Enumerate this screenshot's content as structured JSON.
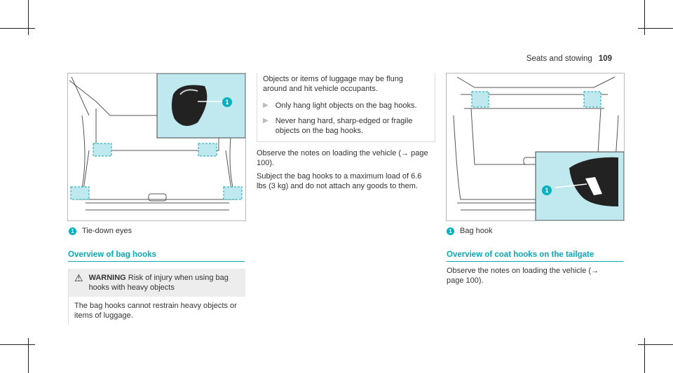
{
  "header": {
    "section": "Seats and stowing",
    "page": "109"
  },
  "figure1": {
    "callout": "1",
    "caption_label": "Tie-down eyes"
  },
  "section1": {
    "heading": "Overview of bag hooks",
    "warning_title": "WARNING",
    "warning_text": "Risk of injury when using bag hooks with heavy objects",
    "warning_body": "The bag hooks cannot restrain heavy objects or items of luggage."
  },
  "col2": {
    "intro": "Objects or items of luggage may be flung around and hit vehicle occupants.",
    "bullets": [
      "Only hang light objects on the bag hooks.",
      "Never hang hard, sharp-edged or fragile objects on the bag hooks."
    ],
    "note": "Observe the notes on loading the vehicle (→ page 100).",
    "subject": "Subject the bag hooks to a maximum load of 6.6 lbs (3 kg) and do not attach any goods to them."
  },
  "figure2": {
    "callout": "1",
    "caption_label": "Bag hook"
  },
  "section2": {
    "heading": "Overview of coat hooks on the tailgate",
    "note": "Observe the notes on loading the vehicle (→ page 100)."
  },
  "colors": {
    "accent": "#0aa8b5",
    "callout": "#00b2bf",
    "highlight": "#bfe9ee"
  }
}
